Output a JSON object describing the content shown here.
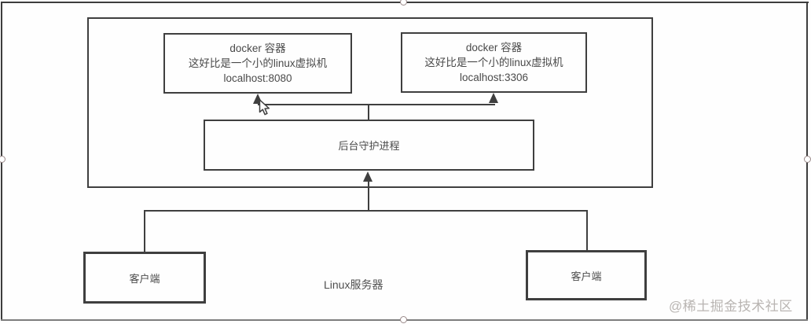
{
  "diagram": {
    "server": {
      "label": "Linux服务器"
    },
    "containers": [
      {
        "title": "docker 容器",
        "desc": "这好比是一个小的linux虚拟机",
        "host": "localhost:8080"
      },
      {
        "title": "docker 容器",
        "desc": "这好比是一个小的linux虚拟机",
        "host": "localhost:3306"
      }
    ],
    "daemon": {
      "label": "后台守护进程"
    },
    "clients": [
      {
        "label": "客户端"
      },
      {
        "label": "客户端"
      }
    ],
    "watermark": "@稀土掘金技术社区",
    "icons": {
      "cursor": "mouse-pointer-icon",
      "arrowheads": "arrow-up-icon"
    },
    "colors": {
      "line": "#3f3f3f",
      "text": "#4a4a4a",
      "watermark": "#b9b5b2",
      "background": "#fefefe",
      "selection_border": "#3d3d3d"
    }
  }
}
